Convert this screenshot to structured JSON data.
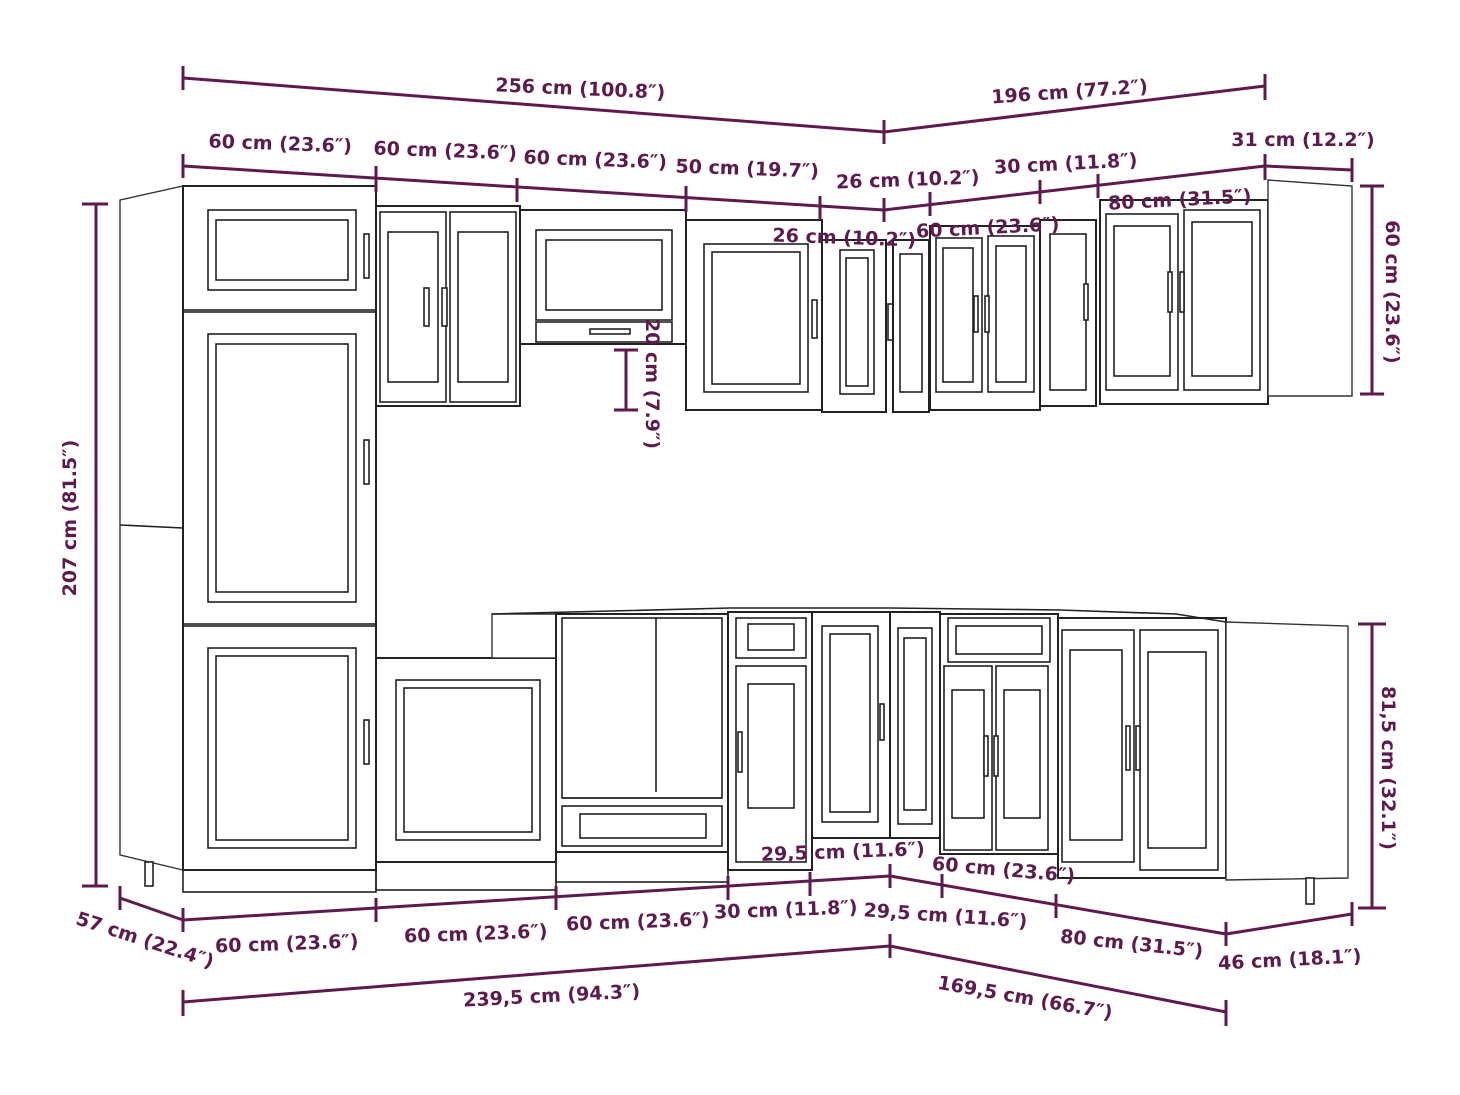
{
  "dimensions": {
    "top_left_total": "256 cm (100.8″)",
    "top_right_total": "196 cm (77.2″)",
    "tall_unit_width": "60 cm (23.6″)",
    "wall_unit_2_width": "60 cm (23.6″)",
    "wall_unit_3_width": "60 cm (23.6″)",
    "wall_unit_4_width": "50 cm (19.7″)",
    "wall_corner_width": "26 cm (10.2″)",
    "wall_corner_width_inner": "26 cm (10.2″)",
    "wall_right_1_width": "30 cm (11.8″)",
    "wall_right_2_width": "60 cm (23.6″)",
    "wall_right_3_width": "80 cm (31.5″)",
    "wall_right_end_depth": "31 cm (12.2″)",
    "wall_unit_height": "60 cm (23.6″)",
    "hood_unit_height": "20 cm (7.9″)",
    "tall_unit_height": "207 cm (81.5″)",
    "base_unit_height": "81,5 cm (32.1″)",
    "base_depth_left": "57 cm (22.4″)",
    "base_1_width": "60 cm (23.6″)",
    "base_2_width": "60 cm (23.6″)",
    "base_3_width": "60 cm (23.6″)",
    "base_4_width": "30 cm (11.8″)",
    "base_corner_width": "29,5 cm (11.6″)",
    "base_corner_width_inner": "29,5 cm (11.6″)",
    "base_right_1_width": "60 cm (23.6″)",
    "base_right_2_width": "80 cm (31.5″)",
    "base_depth_right": "46 cm (18.1″)",
    "bottom_left_total": "239,5 cm (94.3″)",
    "bottom_right_total": "169,5 cm (66.7″)"
  },
  "colors": {
    "dimension": "#5e1a4d",
    "outline": "#222222"
  }
}
